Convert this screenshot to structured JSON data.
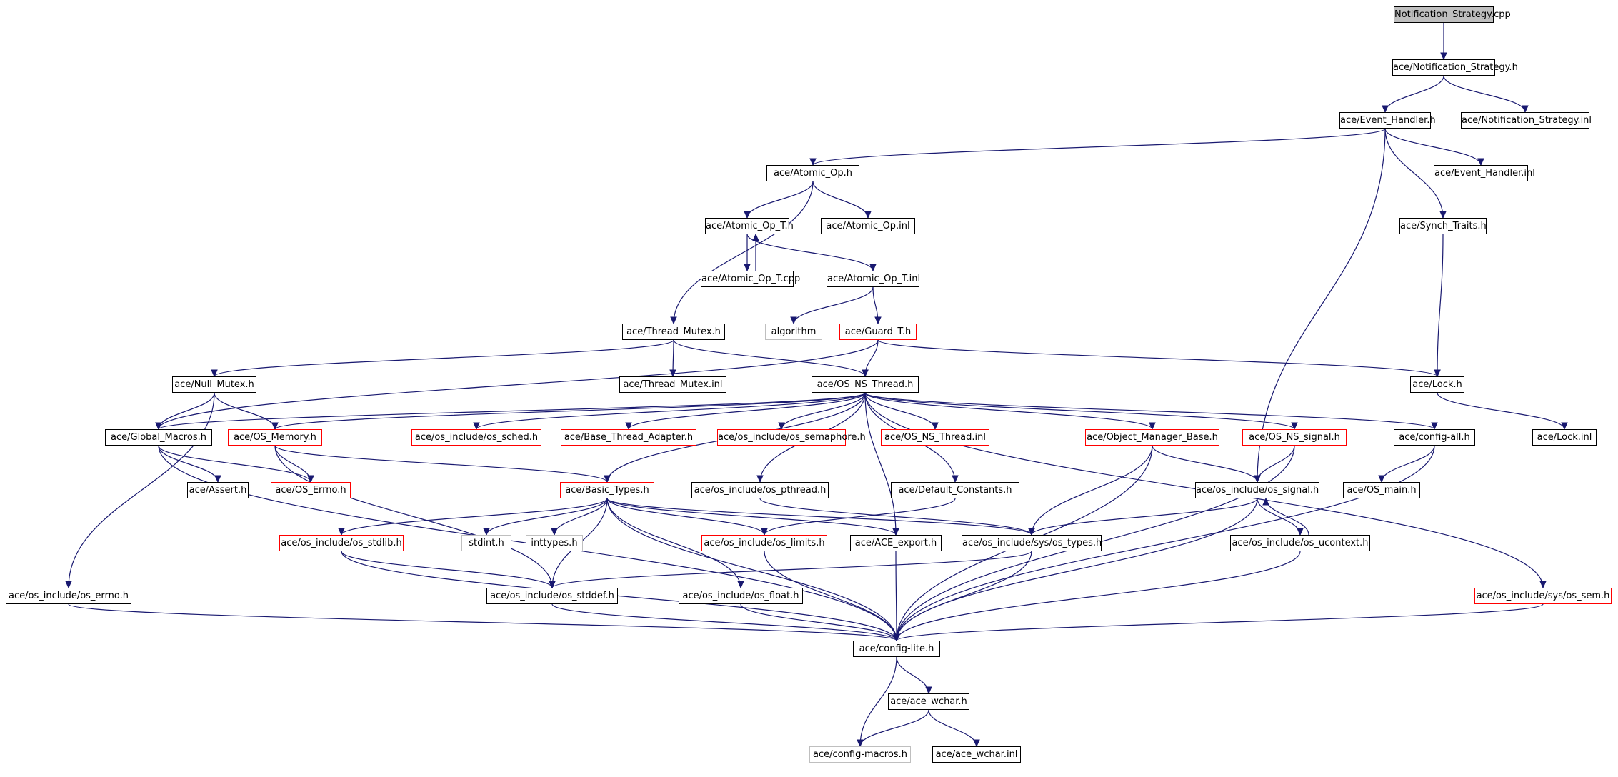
{
  "diagram": {
    "edge_color": "#191970",
    "nodes": [
      {
        "id": "n0",
        "label": "Notification_Strategy.cpp",
        "style": "root"
      },
      {
        "id": "n1",
        "label": "ace/Notification_Strategy.h",
        "style": "normal"
      },
      {
        "id": "n2",
        "label": "ace/Event_Handler.h",
        "style": "normal"
      },
      {
        "id": "n3",
        "label": "ace/Notification_Strategy.inl",
        "style": "normal"
      },
      {
        "id": "n4",
        "label": "ace/Atomic_Op.h",
        "style": "normal"
      },
      {
        "id": "n5",
        "label": "ace/Event_Handler.inl",
        "style": "normal"
      },
      {
        "id": "n6",
        "label": "ace/Atomic_Op_T.h",
        "style": "normal"
      },
      {
        "id": "n7",
        "label": "ace/Atomic_Op.inl",
        "style": "normal"
      },
      {
        "id": "n8",
        "label": "ace/Synch_Traits.h",
        "style": "normal"
      },
      {
        "id": "n9",
        "label": "ace/Atomic_Op_T.cpp",
        "style": "normal"
      },
      {
        "id": "n10",
        "label": "ace/Atomic_Op_T.inl",
        "style": "normal"
      },
      {
        "id": "n11",
        "label": "algorithm",
        "style": "gray"
      },
      {
        "id": "n12",
        "label": "ace/Thread_Mutex.h",
        "style": "normal"
      },
      {
        "id": "n13",
        "label": "ace/Guard_T.h",
        "style": "red"
      },
      {
        "id": "n14",
        "label": "ace/Null_Mutex.h",
        "style": "normal"
      },
      {
        "id": "n15",
        "label": "ace/Thread_Mutex.inl",
        "style": "normal"
      },
      {
        "id": "n16",
        "label": "ace/OS_NS_Thread.h",
        "style": "normal"
      },
      {
        "id": "n17",
        "label": "ace/Lock.h",
        "style": "normal"
      },
      {
        "id": "n18",
        "label": "ace/Global_Macros.h",
        "style": "normal"
      },
      {
        "id": "n19",
        "label": "ace/OS_Memory.h",
        "style": "red"
      },
      {
        "id": "n20",
        "label": "ace/os_include/os_sched.h",
        "style": "red"
      },
      {
        "id": "n21",
        "label": "ace/Base_Thread_Adapter.h",
        "style": "red"
      },
      {
        "id": "n22",
        "label": "ace/os_include/os_semaphore.h",
        "style": "red"
      },
      {
        "id": "n23",
        "label": "ace/OS_NS_Thread.inl",
        "style": "red"
      },
      {
        "id": "n24",
        "label": "ace/Object_Manager_Base.h",
        "style": "red"
      },
      {
        "id": "n25",
        "label": "ace/OS_NS_signal.h",
        "style": "red"
      },
      {
        "id": "n26",
        "label": "ace/config-all.h",
        "style": "normal"
      },
      {
        "id": "n27",
        "label": "ace/Lock.inl",
        "style": "normal"
      },
      {
        "id": "n28",
        "label": "ace/Assert.h",
        "style": "normal"
      },
      {
        "id": "n29",
        "label": "ace/OS_Errno.h",
        "style": "red"
      },
      {
        "id": "n30",
        "label": "ace/Basic_Types.h",
        "style": "red"
      },
      {
        "id": "n31",
        "label": "ace/os_include/os_pthread.h",
        "style": "normal"
      },
      {
        "id": "n32",
        "label": "ace/Default_Constants.h",
        "style": "normal"
      },
      {
        "id": "n33",
        "label": "ace/os_include/os_signal.h",
        "style": "normal"
      },
      {
        "id": "n34",
        "label": "ace/OS_main.h",
        "style": "normal"
      },
      {
        "id": "n35",
        "label": "ace/os_include/os_stdlib.h",
        "style": "red"
      },
      {
        "id": "n36",
        "label": "stdint.h",
        "style": "gray"
      },
      {
        "id": "n37",
        "label": "inttypes.h",
        "style": "gray"
      },
      {
        "id": "n38",
        "label": "ace/os_include/os_limits.h",
        "style": "red"
      },
      {
        "id": "n39",
        "label": "ace/ACE_export.h",
        "style": "normal"
      },
      {
        "id": "n40",
        "label": "ace/os_include/sys/os_types.h",
        "style": "normal"
      },
      {
        "id": "n41",
        "label": "ace/os_include/os_ucontext.h",
        "style": "normal"
      },
      {
        "id": "n42",
        "label": "ace/os_include/os_errno.h",
        "style": "normal"
      },
      {
        "id": "n43",
        "label": "ace/os_include/os_stddef.h",
        "style": "normal"
      },
      {
        "id": "n44",
        "label": "ace/os_include/os_float.h",
        "style": "normal"
      },
      {
        "id": "n45",
        "label": "ace/os_include/sys/os_sem.h",
        "style": "red"
      },
      {
        "id": "n46",
        "label": "ace/config-lite.h",
        "style": "normal"
      },
      {
        "id": "n47",
        "label": "ace/ace_wchar.h",
        "style": "normal"
      },
      {
        "id": "n48",
        "label": "ace/config-macros.h",
        "style": "gray"
      },
      {
        "id": "n49",
        "label": "ace/ace_wchar.inl",
        "style": "normal"
      }
    ],
    "edges": [
      [
        "n0",
        "n1"
      ],
      [
        "n1",
        "n2"
      ],
      [
        "n1",
        "n3"
      ],
      [
        "n2",
        "n4"
      ],
      [
        "n2",
        "n5"
      ],
      [
        "n2",
        "n8"
      ],
      [
        "n2",
        "n33"
      ],
      [
        "n4",
        "n6"
      ],
      [
        "n4",
        "n7"
      ],
      [
        "n4",
        "n12"
      ],
      [
        "n6",
        "n9"
      ],
      [
        "n9",
        "n6"
      ],
      [
        "n6",
        "n10"
      ],
      [
        "n10",
        "n11"
      ],
      [
        "n10",
        "n13"
      ],
      [
        "n8",
        "n17"
      ],
      [
        "n12",
        "n14"
      ],
      [
        "n12",
        "n15"
      ],
      [
        "n12",
        "n16"
      ],
      [
        "n13",
        "n16"
      ],
      [
        "n13",
        "n17"
      ],
      [
        "n13",
        "n18"
      ],
      [
        "n14",
        "n18"
      ],
      [
        "n14",
        "n19"
      ],
      [
        "n14",
        "n42"
      ],
      [
        "n17",
        "n27"
      ],
      [
        "n16",
        "n18"
      ],
      [
        "n16",
        "n19"
      ],
      [
        "n16",
        "n20"
      ],
      [
        "n16",
        "n21"
      ],
      [
        "n16",
        "n22"
      ],
      [
        "n16",
        "n23"
      ],
      [
        "n16",
        "n24"
      ],
      [
        "n16",
        "n25"
      ],
      [
        "n16",
        "n26"
      ],
      [
        "n16",
        "n30"
      ],
      [
        "n16",
        "n31"
      ],
      [
        "n16",
        "n32"
      ],
      [
        "n16",
        "n39"
      ],
      [
        "n16",
        "n45"
      ],
      [
        "n18",
        "n28"
      ],
      [
        "n18",
        "n29"
      ],
      [
        "n18",
        "n46"
      ],
      [
        "n19",
        "n29"
      ],
      [
        "n19",
        "n30"
      ],
      [
        "n19",
        "n43"
      ],
      [
        "n24",
        "n33"
      ],
      [
        "n24",
        "n40"
      ],
      [
        "n24",
        "n46"
      ],
      [
        "n25",
        "n33"
      ],
      [
        "n25",
        "n46"
      ],
      [
        "n26",
        "n34"
      ],
      [
        "n26",
        "n46"
      ],
      [
        "n30",
        "n35"
      ],
      [
        "n30",
        "n36"
      ],
      [
        "n30",
        "n37"
      ],
      [
        "n30",
        "n38"
      ],
      [
        "n30",
        "n39"
      ],
      [
        "n30",
        "n40"
      ],
      [
        "n30",
        "n43"
      ],
      [
        "n30",
        "n44"
      ],
      [
        "n30",
        "n46"
      ],
      [
        "n31",
        "n40"
      ],
      [
        "n32",
        "n38"
      ],
      [
        "n33",
        "n40"
      ],
      [
        "n33",
        "n41"
      ],
      [
        "n41",
        "n33"
      ],
      [
        "n33",
        "n46"
      ],
      [
        "n35",
        "n43"
      ],
      [
        "n35",
        "n46"
      ],
      [
        "n38",
        "n46"
      ],
      [
        "n39",
        "n46"
      ],
      [
        "n40",
        "n43"
      ],
      [
        "n40",
        "n46"
      ],
      [
        "n41",
        "n46"
      ],
      [
        "n42",
        "n46"
      ],
      [
        "n43",
        "n46"
      ],
      [
        "n44",
        "n46"
      ],
      [
        "n45",
        "n46"
      ],
      [
        "n46",
        "n47"
      ],
      [
        "n46",
        "n48"
      ],
      [
        "n47",
        "n48"
      ],
      [
        "n47",
        "n49"
      ]
    ]
  }
}
